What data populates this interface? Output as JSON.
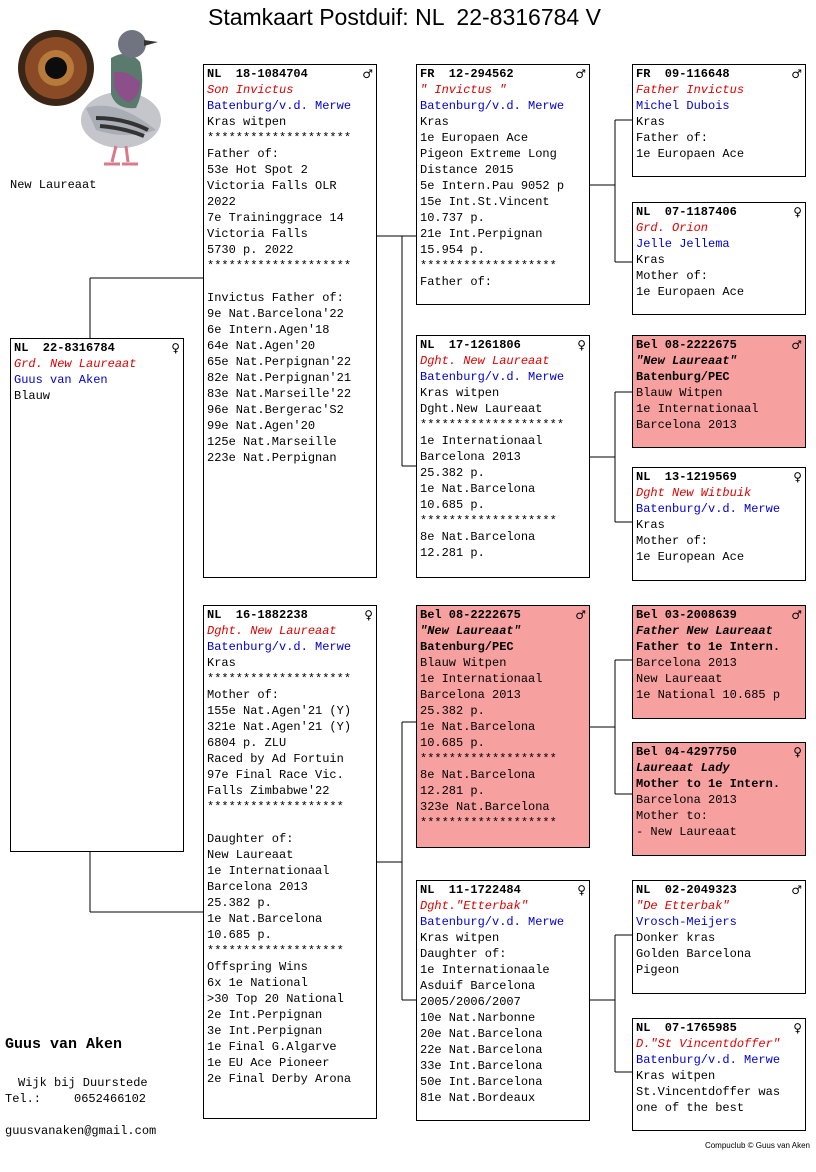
{
  "title": "Stamkaart Postduif: NL  22-8316784 V",
  "photo_caption": "New Laureaat",
  "owner": {
    "name": "Guus van Aken",
    "location": "Wijk bij Duurstede",
    "tel_label": "Tel.:",
    "tel": "0652466102",
    "email": "guusvanaken@gmail.com"
  },
  "footer": "Compuclub © Guus van Aken",
  "pigeons": {
    "main": {
      "ring": "NL  22-8316784",
      "sex": "♀",
      "name": "Grd. New Laureaat",
      "breeder": "Guus van Aken",
      "lines": [
        "Blauw"
      ]
    },
    "father": {
      "ring": "NL  18-1084704",
      "sex": "♂",
      "name": "Son Invictus",
      "breeder": "Batenburg/v.d. Merwe",
      "lines": [
        "Kras witpen",
        "********************",
        "Father of:",
        "53e Hot Spot 2",
        "Victoria Falls OLR",
        "2022",
        "7e Traininggrace 14",
        "Victoria Falls",
        "5730 p. 2022",
        "********************",
        "",
        "Invictus Father of:",
        "9e Nat.Barcelona'22",
        "6e Intern.Agen'18",
        "64e Nat.Agen'20",
        "65e Nat.Perpignan'22",
        "82e Nat.Perpignan'21",
        "83e Nat.Marseille'22",
        "96e Nat.Bergerac'S2",
        "99e Nat.Agen'20",
        "125e Nat.Marseille",
        "223e Nat.Perpignan"
      ]
    },
    "mother": {
      "ring": "NL  16-1882238",
      "sex": "♀",
      "name": "Dght. New Laureaat",
      "breeder": "Batenburg/v.d. Merwe",
      "lines": [
        "Kras",
        "********************",
        "Mother of:",
        "155e Nat.Agen'21 (Y)",
        "321e Nat.Agen'21 (Y)",
        "6804 p. ZLU",
        "Raced by Ad Fortuin",
        "97e Final Race Vic.",
        "Falls Zimbabwe'22",
        "*******************",
        "",
        "Daughter of:",
        "New Laureaat",
        "1e Internationaal",
        "Barcelona 2013",
        "25.382 p.",
        "1e Nat.Barcelona",
        "10.685 p.",
        "*******************",
        "Offspring Wins",
        "6x 1e National",
        ">30 Top 20 National",
        "2e Int.Perpignan",
        "3e Int.Perpignan",
        "1e Final G.Algarve",
        "1e EU Ace Pioneer",
        "2e Final Derby Arona"
      ]
    },
    "ff": {
      "ring": "FR  12-294562",
      "sex": "♂",
      "name": "\" Invictus \"",
      "breeder": "Batenburg/v.d. Merwe",
      "lines": [
        "Kras",
        "1e Europaen Ace",
        "Pigeon Extreme Long",
        "Distance 2015",
        "5e Intern.Pau 9052 p",
        "15e Int.St.Vincent",
        "10.737 p.",
        "21e Int.Perpignan",
        "15.954 p.",
        "*******************",
        "Father of:"
      ]
    },
    "fm": {
      "ring": "NL  17-1261806",
      "sex": "♀",
      "name": "Dght. New Laureaat",
      "breeder": "Batenburg/v.d. Merwe",
      "lines": [
        "Kras witpen",
        "Dght.New Laureaat",
        "********************",
        "1e Internationaal",
        "Barcelona 2013",
        "25.382 p.",
        "1e Nat.Barcelona",
        "10.685 p.",
        "*******************",
        "8e Nat.Barcelona",
        "12.281 p."
      ]
    },
    "mf": {
      "ring": "Bel 08-2222675",
      "sex": "♂",
      "name": "\"New Laureaat\"",
      "breeder": "Batenburg/PEC",
      "lines": [
        "Blauw Witpen",
        "1e Internationaal",
        "Barcelona 2013",
        "25.382 p.",
        "1e Nat.Barcelona",
        "10.685 p.",
        "*******************",
        "8e Nat.Barcelona",
        "12.281 p.",
        "323e Nat.Barcelona",
        "*******************"
      ]
    },
    "mm": {
      "ring": "NL  11-1722484",
      "sex": "♀",
      "name": "Dght.\"Etterbak\"",
      "breeder": "Batenburg/v.d. Merwe",
      "lines": [
        "Kras witpen",
        "Daughter of:",
        "1e Internationaale",
        "Asduif Barcelona",
        "2005/2006/2007",
        "10e Nat.Narbonne",
        "20e Nat.Barcelona",
        "22e Nat.Barcelona",
        "33e Int.Barcelona",
        "50e Int.Barcelona",
        "81e Nat.Bordeaux"
      ]
    },
    "fff": {
      "ring": "FR  09-116648",
      "sex": "♂",
      "name": "Father Invictus",
      "breeder": "Michel Dubois",
      "lines": [
        "Kras",
        "Father of:",
        "1e Europaen Ace"
      ]
    },
    "ffm": {
      "ring": "NL  07-1187406",
      "sex": "♀",
      "name": "Grd. Orion",
      "breeder": "Jelle Jellema",
      "lines": [
        "Kras",
        "Mother of:",
        "1e Europaen Ace"
      ]
    },
    "fmf": {
      "ring": "Bel 08-2222675",
      "sex": "♂",
      "name": "\"New Laureaat\"",
      "breeder": "Batenburg/PEC",
      "lines": [
        "Blauw Witpen",
        "1e Internationaal",
        "Barcelona 2013"
      ]
    },
    "fmm": {
      "ring": "NL  13-1219569",
      "sex": "♀",
      "name": "Dght New Witbuik",
      "breeder": "Batenburg/v.d. Merwe",
      "lines": [
        "Kras",
        "Mother of:",
        "1e European Ace"
      ]
    },
    "mff": {
      "ring": "Bel 03-2008639",
      "sex": "♂",
      "name": "Father New Laureaat",
      "breeder": "Father to 1e Intern.",
      "lines": [
        "Barcelona 2013",
        "New Laureaat",
        "1e National 10.685 p"
      ]
    },
    "mfm": {
      "ring": "Bel 04-4297750",
      "sex": "♀",
      "name": "Laureaat Lady",
      "breeder": "Mother to 1e Intern.",
      "lines": [
        "Barcelona 2013",
        "Mother to:",
        "- New Laureaat"
      ]
    },
    "mmf": {
      "ring": "NL  02-2049323",
      "sex": "♂",
      "name": "\"De Etterbak\"",
      "breeder": "Vrosch-Meijers",
      "lines": [
        "Donker kras",
        "Golden Barcelona",
        "Pigeon"
      ]
    },
    "mmm": {
      "ring": "NL  07-1765985",
      "sex": "♀",
      "name": "D.\"St Vincentdoffer\"",
      "breeder": "Batenburg/v.d. Merwe",
      "lines": [
        "Kras witpen",
        "St.Vincentdoffer was",
        "one of the best"
      ]
    }
  }
}
